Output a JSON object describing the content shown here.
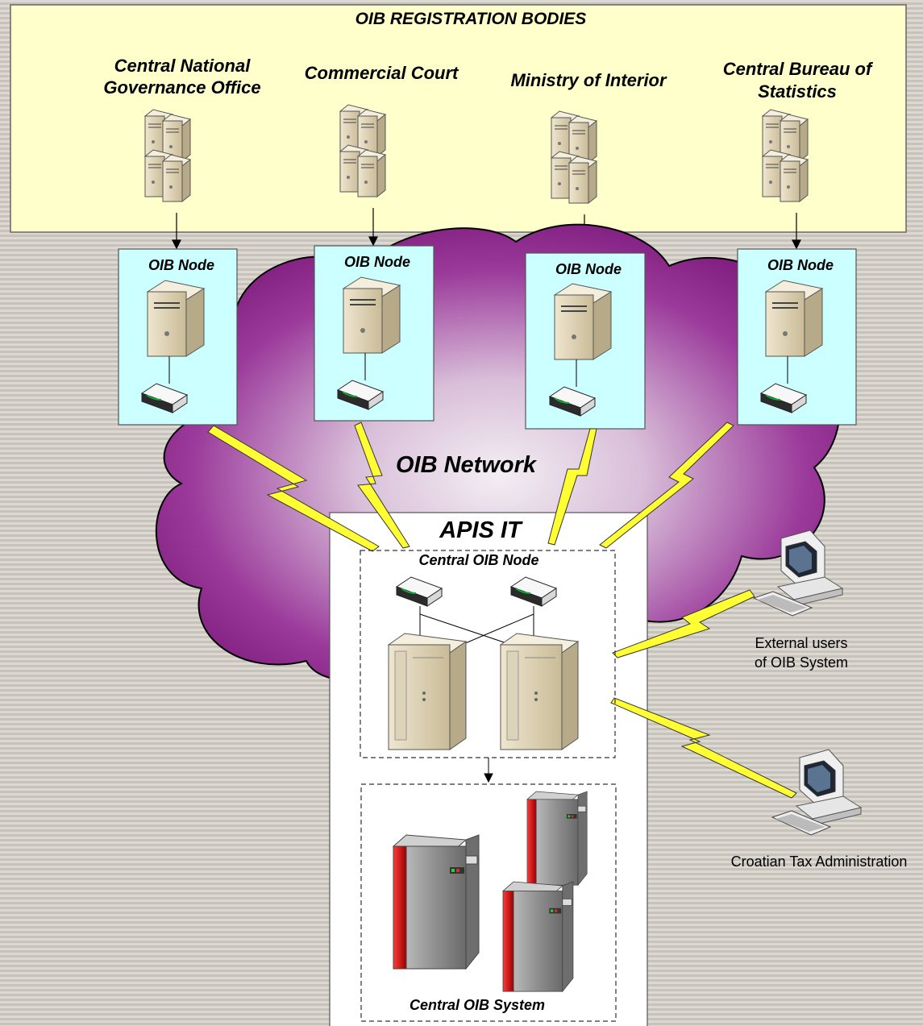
{
  "registration": {
    "title": "OIB REGISTRATION BODIES",
    "bodies": [
      {
        "line1": "Central National",
        "line2": "Governance Office"
      },
      {
        "line1": "Commercial Court",
        "line2": ""
      },
      {
        "line1": "Ministry of Interior",
        "line2": ""
      },
      {
        "line1": "Central Bureau of",
        "line2": "Statistics"
      }
    ]
  },
  "nodes": {
    "label": "OIB Node"
  },
  "network": {
    "label": "OIB Network"
  },
  "apis": {
    "title": "APIS IT",
    "central_node_label": "Central OIB Node",
    "central_system_label": "Central OIB System"
  },
  "external": {
    "users_line1": "External users",
    "users_line2": "of OIB System",
    "tax_admin": "Croatian Tax Administration"
  },
  "colors": {
    "registration_fill": "#ffffcc",
    "node_fill": "#ccffff",
    "cloud_fill": "#8e1f8e",
    "lightning_fill": "#ffff33"
  }
}
